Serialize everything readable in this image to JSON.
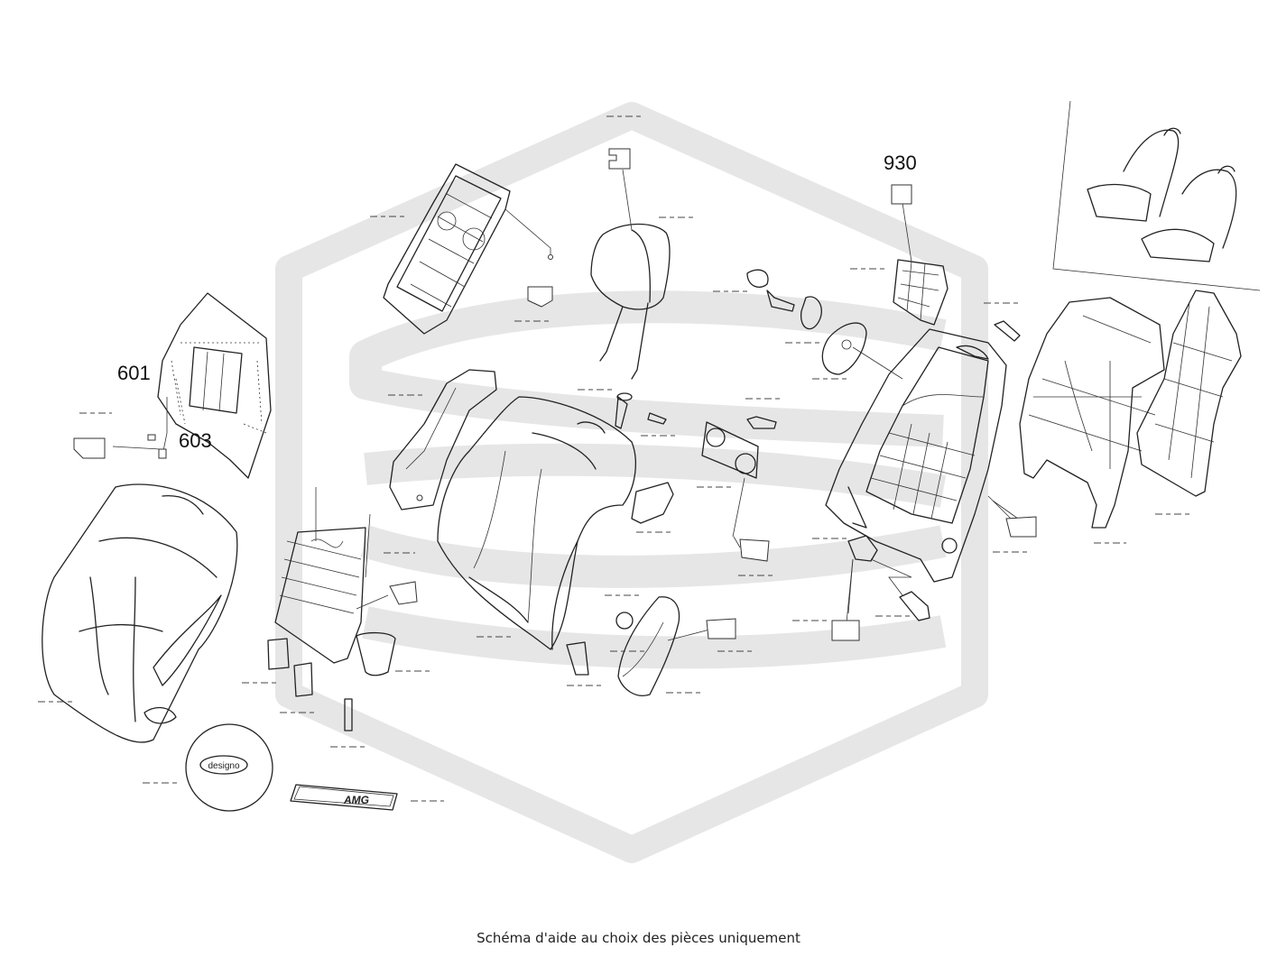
{
  "callouts": {
    "c601": "601",
    "c603": "603",
    "c930": "930"
  },
  "badges": {
    "designo": "designo",
    "amg": "AMG"
  },
  "caption": "Schéma d'aide au choix des pièces uniquement",
  "colors": {
    "watermark": "#e6e6e6",
    "line": "#222222",
    "background": "#ffffff"
  }
}
